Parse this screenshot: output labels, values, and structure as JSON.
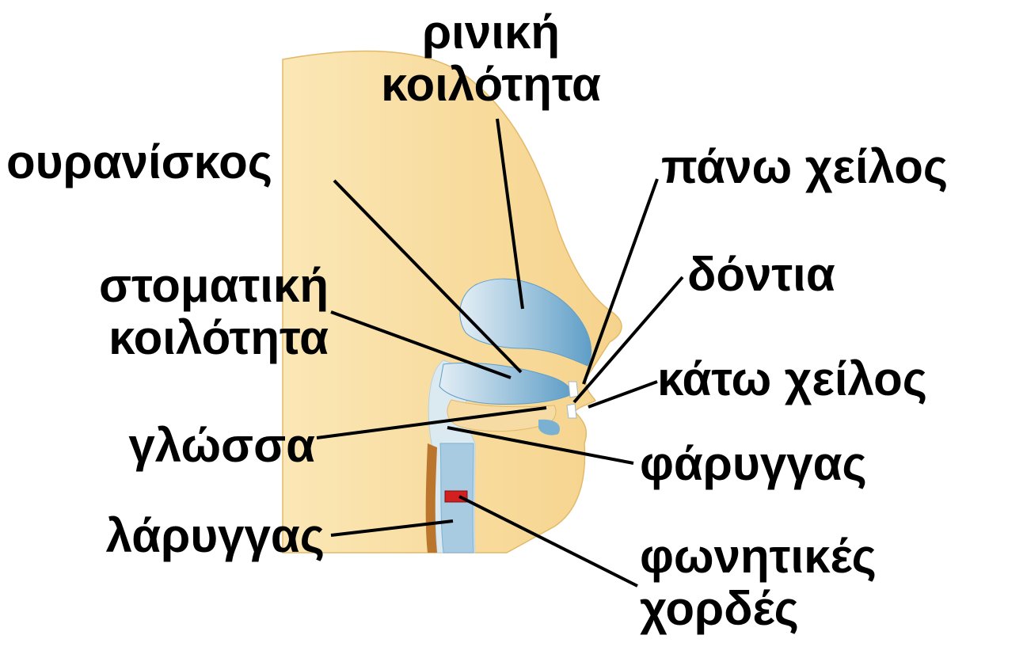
{
  "labels": {
    "nasal_cavity": [
      "ρινική",
      "κοιλότητα"
    ],
    "palate": "ουρανίσκος",
    "oral_cavity": [
      "στοματική",
      "κοιλότητα"
    ],
    "tongue": "γλώσσα",
    "larynx": "λάρυγγας",
    "upper_lip": "πάνω χείλος",
    "teeth": "δόντια",
    "lower_lip": "κάτω χείλος",
    "pharynx": "φάρυγγας",
    "vocal_cords": [
      "φωνητικές",
      "χορδές"
    ]
  },
  "colors": {
    "skin": "#f8d998",
    "skin_light": "#fbe7b6",
    "cavity": "#7ab1d3",
    "cavity_light": "#d6e7f1",
    "vocal_cords": "#d21f1f",
    "spine": "#b9762c",
    "leader_line": "#000000"
  }
}
